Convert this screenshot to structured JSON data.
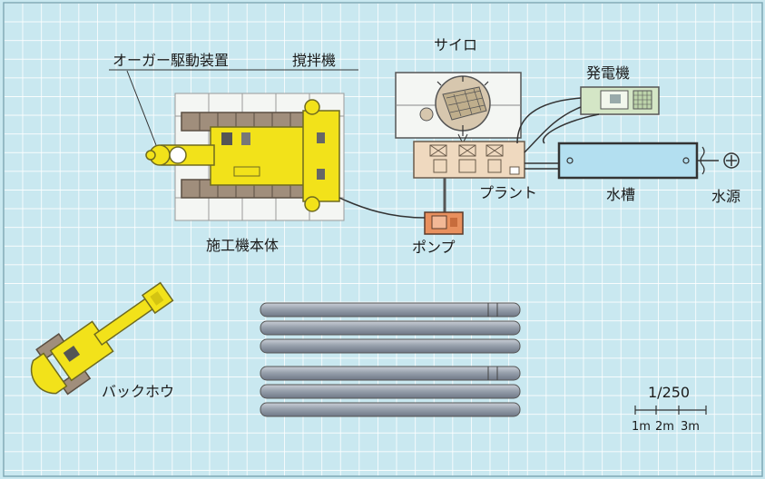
{
  "labels": {
    "auger_drive": "オーガー駆動装置",
    "mixer": "撹拌機",
    "silo": "サイロ",
    "generator": "発電機",
    "plant": "プラント",
    "water_tank": "水槽",
    "water_source": "水源",
    "machine_body": "施工機本体",
    "pump": "ポンプ",
    "backhoe": "バックホウ"
  },
  "scale": {
    "ratio": "1/250",
    "ticks": [
      "1m",
      "2m",
      "3m"
    ]
  },
  "colors": {
    "background": "#c9e8f0",
    "grid": "#ffffff",
    "machine_yellow": "#f2e21a",
    "track_brown": "#a08e7c",
    "plant_beige": "#efd9bf",
    "pump_orange": "#e8905e",
    "generator_green": "#d4e6c6",
    "tank_blue": "#b3dff0",
    "pipe_gray": "#8f99a6"
  }
}
